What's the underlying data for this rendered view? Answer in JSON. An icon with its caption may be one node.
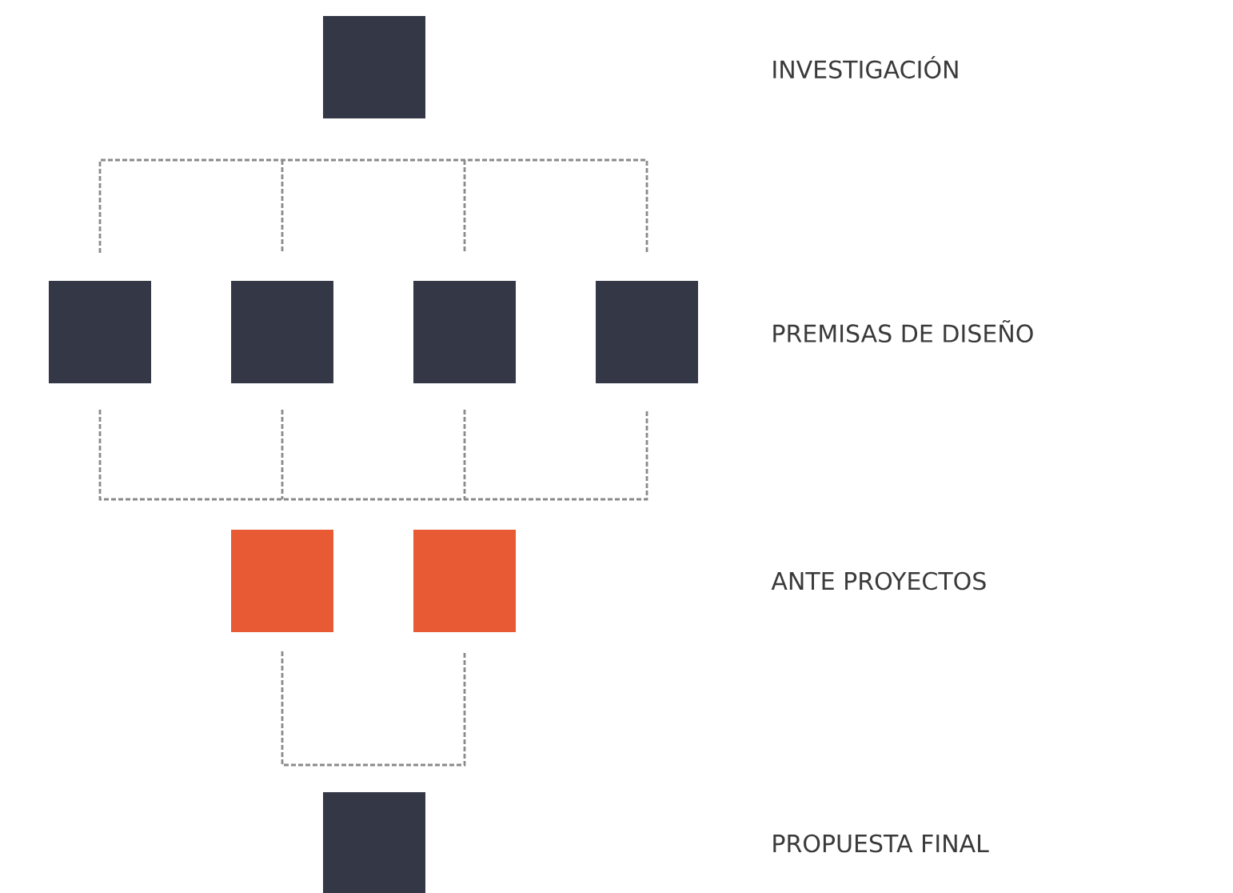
{
  "diagram": {
    "nodes": [
      {
        "text": [],
        "shape": "box"
      },
      {
        "text": [],
        "shape": "box"
      },
      {
        "text": [],
        "shape": "box"
      },
      {
        "text": [],
        "shape": "box"
      },
      {
        "text": [],
        "shape": "box"
      },
      {
        "text": [],
        "shape": "box"
      },
      {
        "text": [],
        "shape": "box"
      },
      {
        "text": [],
        "shape": "box"
      }
    ],
    "labels": [
      "INVESTIGACIÓN",
      "PREMISAS DE DISEÑO",
      "ANTE PROYECTOS",
      "PROPUESTA FINAL"
    ]
  }
}
